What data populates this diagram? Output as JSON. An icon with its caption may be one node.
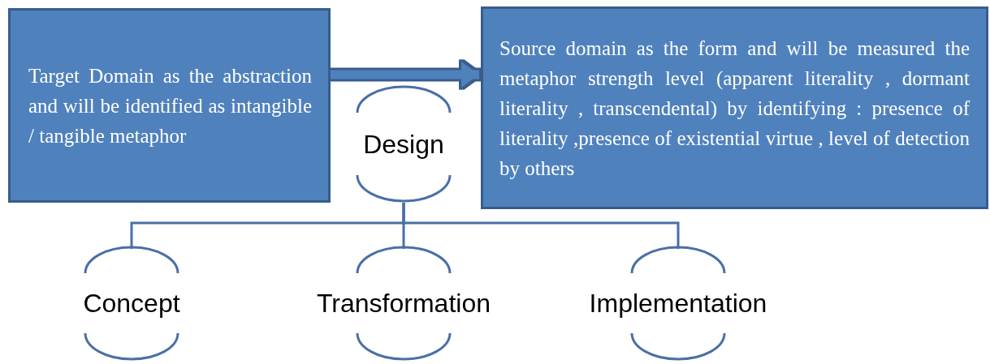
{
  "diagram": {
    "nodes": [
      {
        "text": [
          "Target Domain as the abstraction and will be identified as intangible / tangible metaphor"
        ]
      },
      {
        "text": [
          "Source domain as the form and will be measured the metaphor strength level (apparent literality , dormant literality , transcendental) by identifying : presence of literality ,presence of existential virtue , level of detection by others"
        ]
      },
      {
        "text": [
          "Design"
        ]
      },
      {
        "text": [
          "Concept"
        ]
      },
      {
        "text": [
          "Transformation"
        ]
      },
      {
        "text": [
          "Implementation"
        ]
      }
    ],
    "edges": [
      {
        "from": 0,
        "to": 1,
        "arrow": "to",
        "style": "thick"
      },
      {
        "from": 2,
        "to": 3,
        "arrow": "none"
      },
      {
        "from": 2,
        "to": 4,
        "arrow": "none"
      },
      {
        "from": 2,
        "to": 5,
        "arrow": "none"
      }
    ]
  }
}
